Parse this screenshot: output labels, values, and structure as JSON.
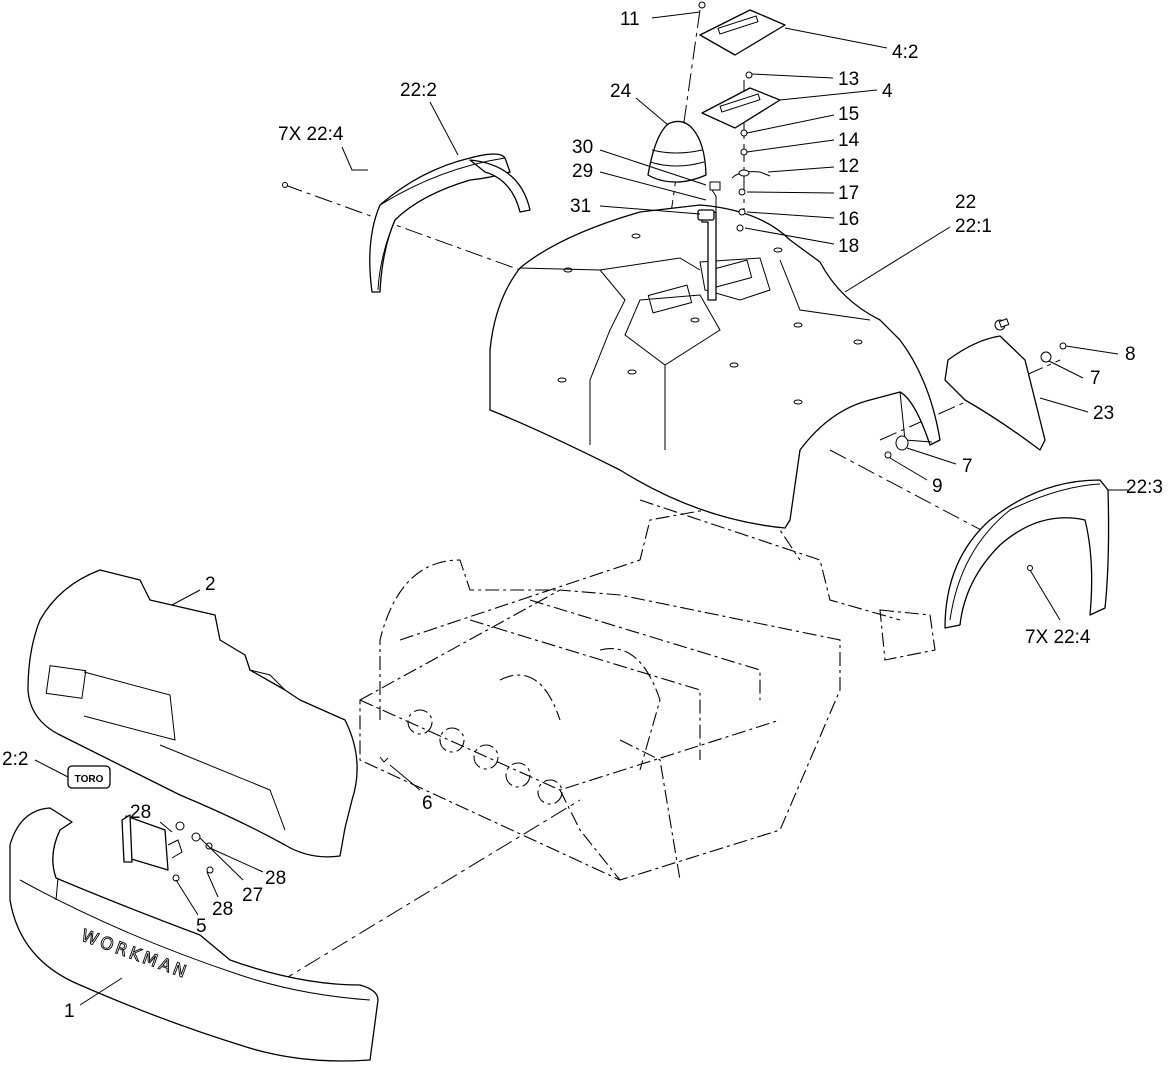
{
  "callouts": {
    "c11": "11",
    "c4_2": "4:2",
    "c13": "13",
    "c4": "4",
    "c24": "24",
    "c15": "15",
    "c14": "14",
    "c30": "30",
    "c12": "12",
    "c29": "29",
    "c17": "17",
    "c31": "31",
    "c16": "16",
    "c18": "18",
    "c22": "22",
    "c22_1": "22:1",
    "c22_2": "22:2",
    "c7x_22_4_top": "7X 22:4",
    "c8": "8",
    "c7a": "7",
    "c23": "23",
    "c7b": "7",
    "c9": "9",
    "c22_3": "22:3",
    "c7x_22_4_bottom": "7X 22:4",
    "c2": "2",
    "c2_2": "2:2",
    "c6": "6",
    "c28a": "28",
    "c28b": "28",
    "c27": "27",
    "c28c": "28",
    "c5": "5",
    "c1": "1"
  },
  "brand_text": {
    "bumper": "WORKMAN",
    "badge": "TORO"
  }
}
